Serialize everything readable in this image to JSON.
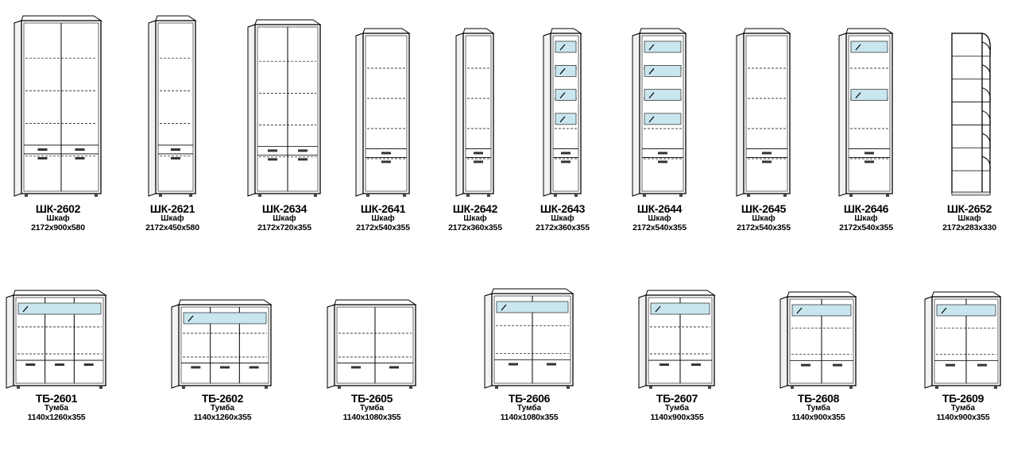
{
  "catalog": {
    "cabinets": [
      {
        "code": "ШК-2602",
        "type": "Шкаф",
        "dims": "2172x900x580",
        "doors": 2,
        "drawers": 2,
        "glass": 0
      },
      {
        "code": "ШК-2621",
        "type": "Шкаф",
        "dims": "2172x450x580",
        "doors": 1,
        "drawers": 2,
        "glass": 0
      },
      {
        "code": "ШК-2634",
        "type": "Шкаф",
        "dims": "2172x720x355",
        "doors": 2,
        "drawers": 2,
        "glass": 0
      },
      {
        "code": "ШК-2641",
        "type": "Шкаф",
        "dims": "2172x540x355",
        "doors": 1,
        "drawers": 2,
        "glass": 0
      },
      {
        "code": "ШК-2642",
        "type": "Шкаф",
        "dims": "2172x360x355",
        "doors": 0,
        "drawers": 2,
        "glass": 0
      },
      {
        "code": "ШК-2643",
        "type": "Шкаф",
        "dims": "2172x360x355",
        "doors": 0,
        "drawers": 2,
        "glass": 4
      },
      {
        "code": "ШК-2644",
        "type": "Шкаф",
        "dims": "2172x540x355",
        "doors": 0,
        "drawers": 2,
        "glass": 4
      },
      {
        "code": "ШК-2645",
        "type": "Шкаф",
        "dims": "2172x540x355",
        "doors": 1,
        "drawers": 2,
        "glass": 0
      },
      {
        "code": "ШК-2646",
        "type": "Шкаф",
        "dims": "2172x540x355",
        "doors": 1,
        "drawers": 2,
        "glass": 2
      },
      {
        "code": "ШК-2652",
        "type": "Шкаф",
        "dims": "2172x283x330",
        "doors": 0,
        "drawers": 0,
        "glass": 0
      }
    ],
    "cabinets_bottom": [
      {
        "code": "ТБ-2601",
        "type": "Тумба",
        "dims": "1140x1260x355",
        "cols": 3
      },
      {
        "code": "ТБ-2602",
        "type": "Тумба",
        "dims": "1140x1260x355",
        "cols": 3
      },
      {
        "code": "ТБ-2605",
        "type": "Тумба",
        "dims": "1140x1080x355",
        "cols": 2
      },
      {
        "code": "ТБ-2606",
        "type": "Тумба",
        "dims": "1140x1080x355",
        "cols": 2
      },
      {
        "code": "ТБ-2607",
        "type": "Тумба",
        "dims": "1140x900x355",
        "cols": 2
      },
      {
        "code": "ТБ-2608",
        "type": "Тумба",
        "dims": "1140x900x355",
        "cols": 2
      },
      {
        "code": "ТБ-2609",
        "type": "Тумба",
        "dims": "1140x900x355",
        "cols": 2
      }
    ]
  }
}
